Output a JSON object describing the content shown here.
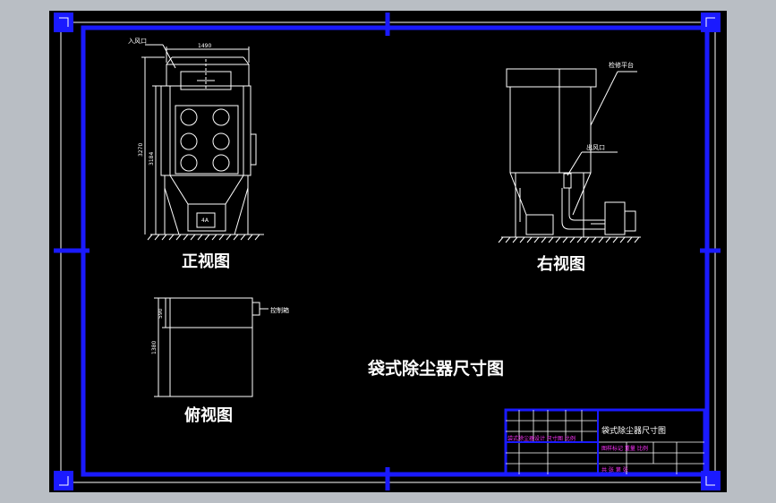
{
  "views": {
    "front": "正视图",
    "right": "右视图",
    "top": "俯视图"
  },
  "drawing_title": "袋式除尘器尺寸图",
  "labels": {
    "inlet": "入风口",
    "maintenance_platform": "检修平台",
    "outlet": "出风口",
    "control_box": "控制箱",
    "hopper_mark": "4A"
  },
  "dimensions": {
    "width": "1490",
    "height_total": "3270",
    "height_body": "3184",
    "top_depth": "590",
    "top_width": "1380"
  },
  "title_block": {
    "title": "袋式除尘器尺寸图",
    "rows": [
      "袋式除尘器设计 尺寸图 比例",
      "图样标记 重量 比例",
      "共 张 第 张"
    ]
  },
  "colors": {
    "background": "#000000",
    "frame": "#1a1aff",
    "lines": "#ffffff",
    "annotation": "#ff33ff"
  }
}
